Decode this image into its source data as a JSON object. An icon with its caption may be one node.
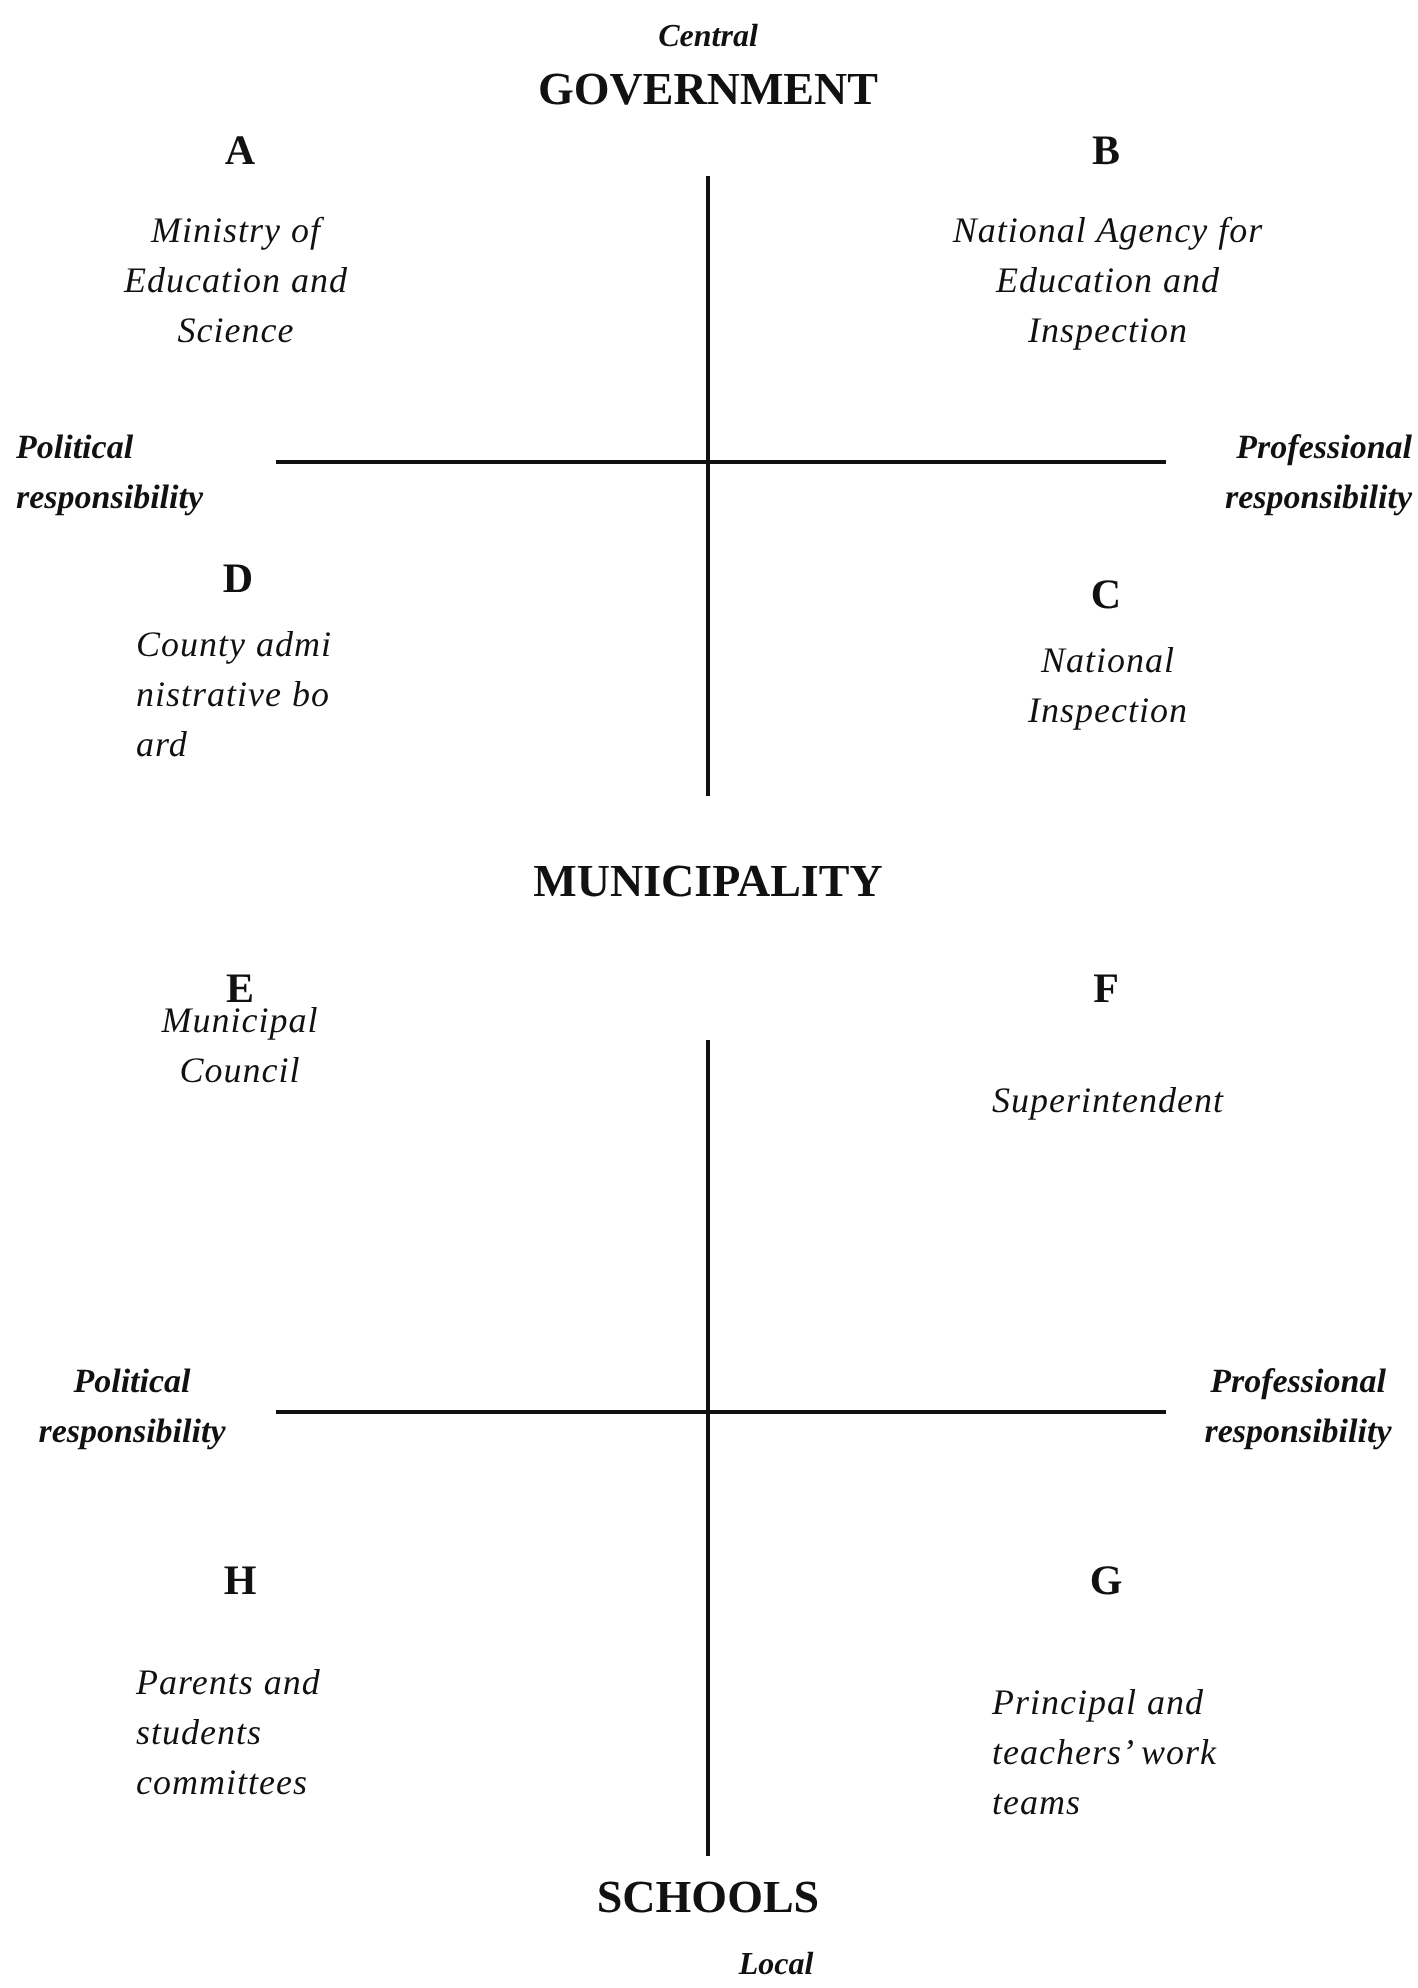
{
  "diagram": {
    "labels": [
      "Central",
      "GOVERNMENT",
      "A",
      "B",
      "Ministry of Education and Science",
      "National Agency for Education and Inspection",
      "Political responsibility",
      "Professional responsibility",
      "D",
      "C",
      "County administrative board",
      "National Inspection",
      "MUNICIPALITY",
      "E",
      "F",
      "Municipal Council",
      "Superintendent",
      "Political responsibility",
      "Professional responsibility",
      "H",
      "G",
      "Parents and students committees",
      "Principal and teachers’ work teams",
      "SCHOOLS",
      "Local"
    ]
  }
}
